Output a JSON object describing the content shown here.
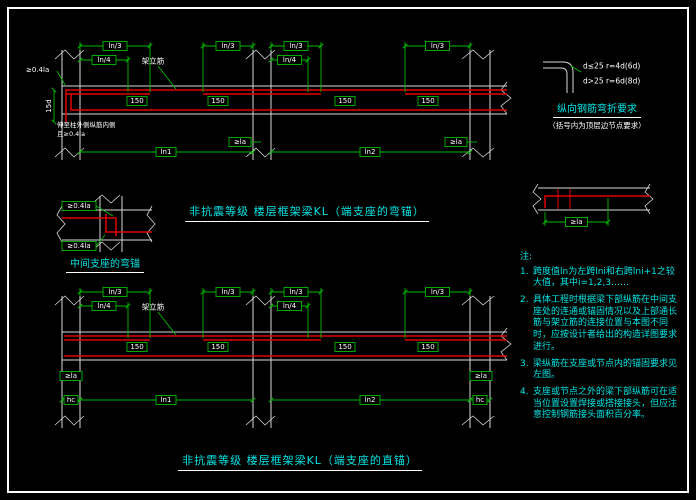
{
  "colors": {
    "background": "#000000",
    "border": "#ffffff",
    "rebar": "#e10000",
    "dimension": "#00bb00",
    "linework": "#d8d8d8",
    "title": "#00e5e5"
  },
  "labels": {
    "ln3": "ln/3",
    "ln4": "ln/4",
    "s150": "150",
    "ge_la": "≥la",
    "ge04la": "≥0.4la",
    "d15": "15d",
    "jialijin": "架立筋",
    "anchor_note1": "伸至柱外侧纵筋内侧",
    "anchor_note2": "且≥0.4la",
    "span1": "ln1",
    "span2": "ln2",
    "hc": "hc"
  },
  "drawing1": {
    "title": "非抗震等级 楼层框架梁KL（端支座的弯锚）"
  },
  "drawing2": {
    "title": "非抗震等级 楼层框架梁KL（端支座的直锚）"
  },
  "mid_support_detail": {
    "title": "中间支座的弯锚",
    "dim": "≥0.4la"
  },
  "bend_requirement": {
    "title": "纵向钢筋弯折要求",
    "subtitle": "（括号内为顶层边节点要求）",
    "rule1": "d≤25 r=4d(6d)",
    "rule2": "d>25 r=6d(8d)"
  },
  "joint_detail": {
    "dim": "≥la"
  },
  "notes": {
    "header": "注:",
    "items": [
      {
        "num": "1.",
        "text": "跨度值ln为左跨lni和右跨lni+1之较大值，其中i=1,2,3……"
      },
      {
        "num": "2.",
        "text": "具体工程时根据梁下部纵筋在中间支座处的连通或锚固情况以及上部通长筋与架立筋的连接位置与本图不同时，应按设计者给出的构造详图要求进行。"
      },
      {
        "num": "3.",
        "text": "梁纵筋在支座或节点内的锚固要求见左图。"
      },
      {
        "num": "4.",
        "text": "支座或节点之外的梁下部纵筋可在适当位置设置焊接或搭接接头，但应注意控制钢筋接头面积百分率。"
      }
    ]
  }
}
